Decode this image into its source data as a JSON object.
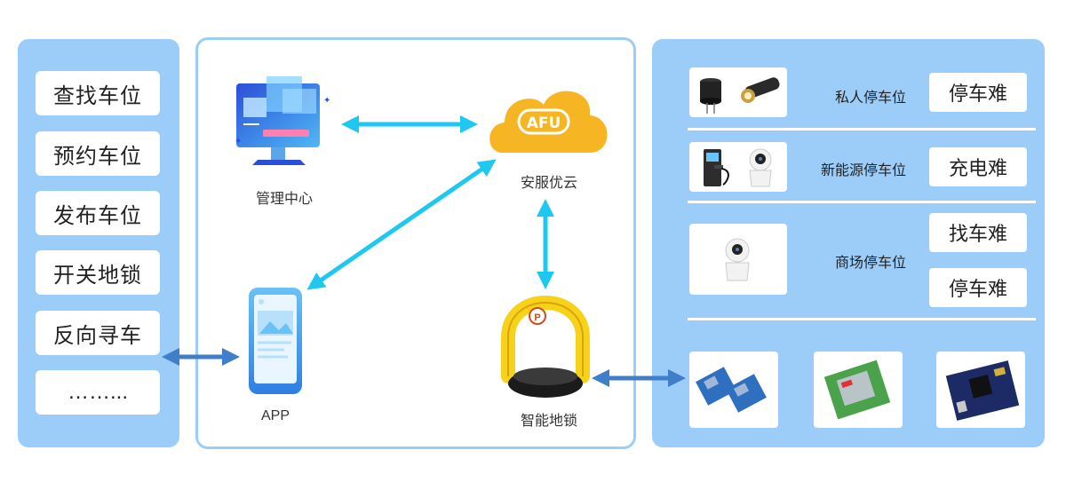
{
  "features": [
    "查找车位",
    "预约车位",
    "发布车位",
    "开关地锁",
    "反向寻车",
    "……..."
  ],
  "nodes": {
    "management": "管理中心",
    "cloud": "安服优云",
    "cloud_logo": "AFU",
    "app": "APP",
    "lock": "智能地锁"
  },
  "scenarios": [
    {
      "label": "私人停车位",
      "problems": [
        "停车难"
      ]
    },
    {
      "label": "新能源停车位",
      "problems": [
        "充电难"
      ]
    },
    {
      "label": "商场停车位",
      "problems": [
        "找车难",
        "停车难"
      ]
    }
  ],
  "colors": {
    "panel_blue": "#9ccdf8",
    "arrow_cyan": "#1ec8f0",
    "arrow_blue": "#3f7fc9",
    "cloud_yellow": "#f6b623",
    "lock_yellow": "#f7d21a"
  },
  "icons": {
    "management": "monitor-dashboard-icon",
    "cloud": "cloud-icon",
    "app": "smartphone-icon",
    "lock": "parking-lock-icon",
    "buzzer": "buzzer-icon",
    "laser": "laser-module-icon",
    "charger": "charging-pile-icon",
    "camera": "security-camera-icon",
    "module_ble": "bluetooth-module-icon",
    "module_gsm": "gsm-module-icon",
    "board": "circuit-board-icon"
  }
}
